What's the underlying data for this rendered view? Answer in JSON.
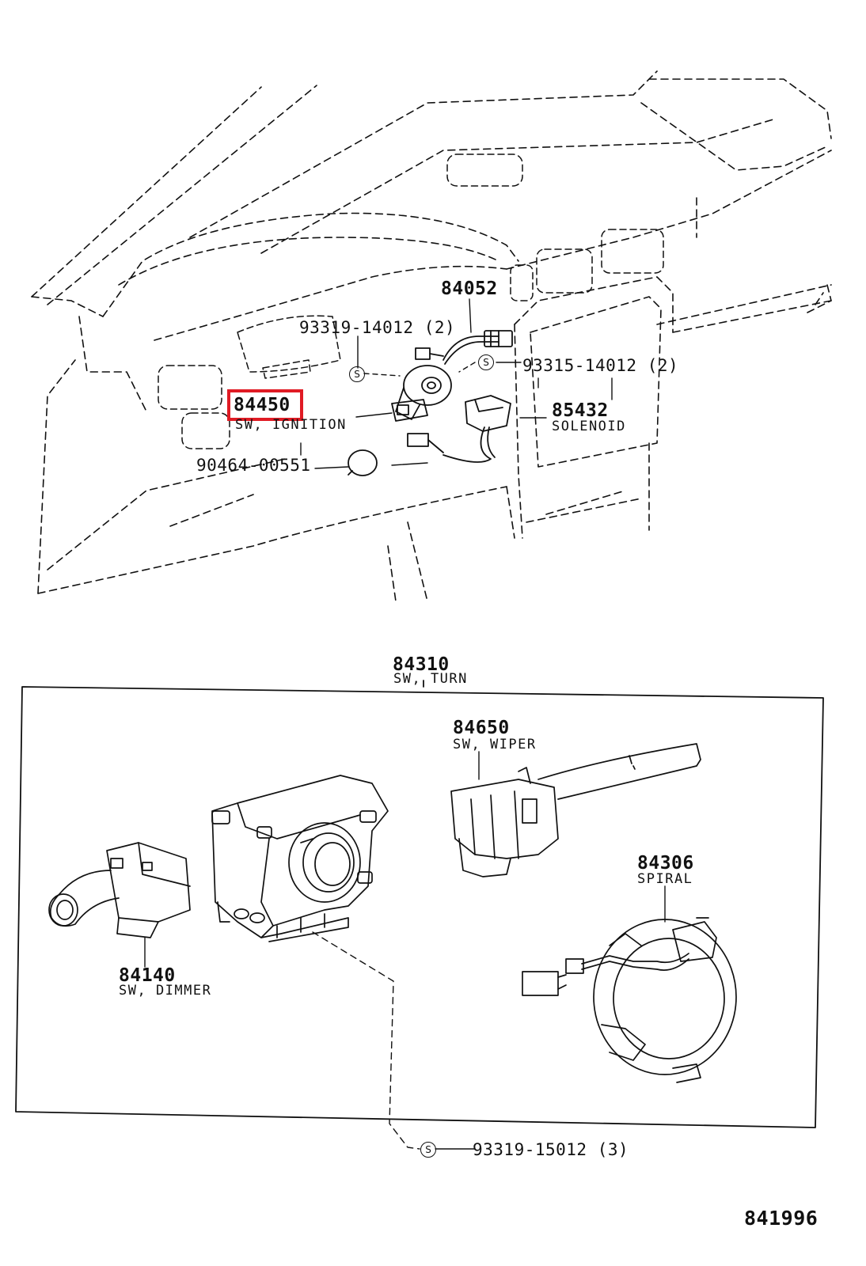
{
  "highlight_color": "#e01b24",
  "callouts": {
    "part_84052": "84052",
    "part_93319_14012": "93319-14012 (2)",
    "part_93315_14012": "93315-14012 (2)",
    "part_84450": "84450",
    "name_84450": "SW, IGNITION",
    "part_85432": "85432",
    "name_85432": "SOLENOID",
    "part_90464": "90464-00551",
    "part_84310": "84310",
    "name_84310": "SW, TURN",
    "part_84650": "84650",
    "name_84650": "SW, WIPER",
    "part_84306": "84306",
    "name_84306": "SPIRAL",
    "part_84140": "84140",
    "name_84140": "SW, DIMMER",
    "part_93319_15012": "93319-15012 (3)",
    "screw_symbol": "S"
  },
  "diagram_id": "841996"
}
